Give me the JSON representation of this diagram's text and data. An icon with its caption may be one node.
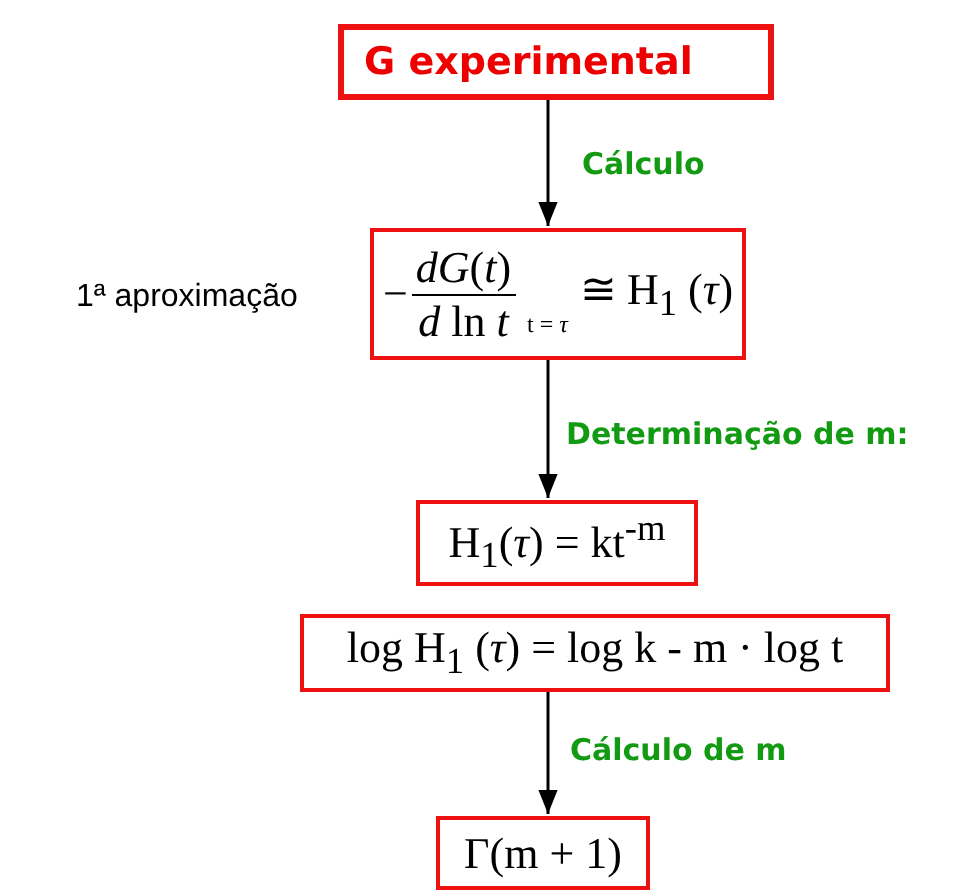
{
  "diagram": {
    "nodes": [
      {
        "text": [
          "G experimental"
        ]
      },
      {
        "text": [
          "−",
          "*dG*(*t*)",
          "*d* ln *t*",
          "t = *τ*",
          "≅ H$_{1}$ (*τ*)"
        ],
        "beside": [
          "1ª aproximação"
        ]
      },
      {
        "text": [
          "H$_{1}$(*τ*) = kt$^{-m}$"
        ]
      },
      {
        "text": [
          "log H$_{1}$ (*τ*) = log k - m · log t"
        ]
      },
      {
        "text": [
          "Γ(m + 1)"
        ]
      }
    ],
    "edges": [
      {
        "from": 0,
        "to": 1,
        "arrow": "to",
        "label": "Cálculo"
      },
      {
        "from": 1,
        "to": 2,
        "arrow": "to",
        "label": "Determinação de m:"
      },
      {
        "from": 3,
        "to": 4,
        "arrow": "to",
        "label": "Cálculo de m"
      }
    ]
  }
}
